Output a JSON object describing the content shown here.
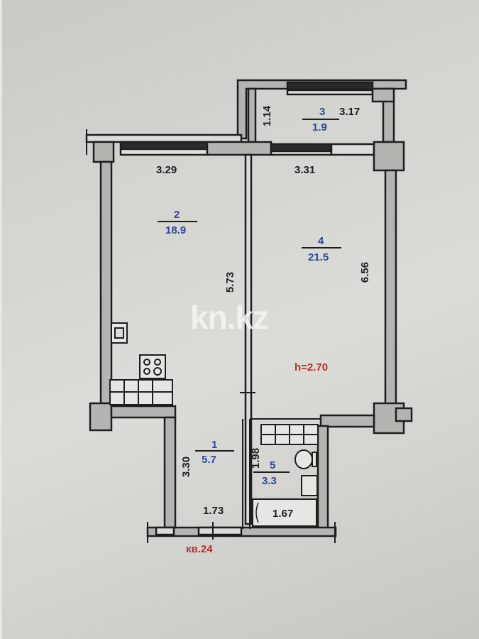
{
  "plan": {
    "ceiling_height": "h=2.70",
    "apartment_label": "кв.24",
    "watermark": "kn.kz",
    "colors": {
      "background": "#d4d5d1",
      "wall_fill": "#b4b5b1",
      "wall_stroke": "#1e1e1e",
      "room_text": "#2b4a9a",
      "dimension_text": "#1e1e1e",
      "note_text": "#b8302a"
    },
    "rooms": [
      {
        "number": "1",
        "area": "5.7"
      },
      {
        "number": "2",
        "area": "18.9"
      },
      {
        "number": "3",
        "area": "1.9"
      },
      {
        "number": "4",
        "area": "21.5"
      },
      {
        "number": "5",
        "area": "3.3"
      }
    ],
    "dimensions": {
      "room2_width": "3.29",
      "room4_width": "3.31",
      "room3_width": "3.17",
      "room3_depth": "1.14",
      "room2_length": "5.73",
      "room4_length": "6.56",
      "room1_length": "3.30",
      "room1_width": "1.73",
      "room5_width": "1.67",
      "room5_length": "1.98"
    },
    "fixtures": [
      "kitchen-sink",
      "stove",
      "kitchen-counter",
      "toilet",
      "washbasin",
      "bathtub",
      "bathroom-shelf"
    ]
  }
}
